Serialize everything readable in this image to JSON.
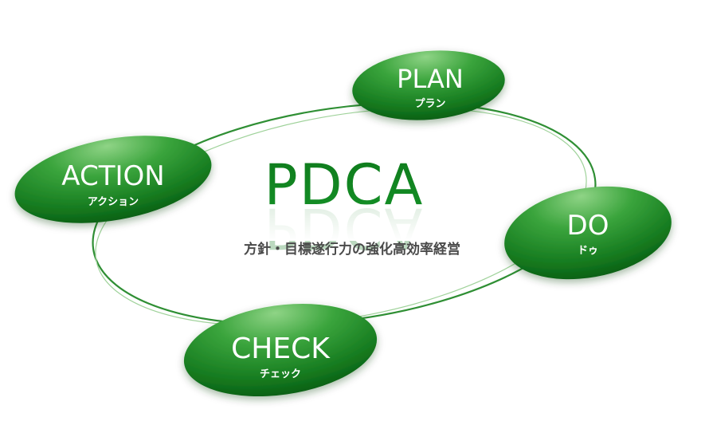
{
  "center": {
    "title": "PDCA",
    "subtitle": "方針・目標遂行力の強化高効率経営"
  },
  "stages": [
    {
      "id": "plan",
      "label": "PLAN",
      "kana": "プラン"
    },
    {
      "id": "do",
      "label": "DO",
      "kana": "ドゥ"
    },
    {
      "id": "check",
      "label": "CHECK",
      "kana": "チェック"
    },
    {
      "id": "action",
      "label": "ACTION",
      "kana": "アクション"
    }
  ],
  "colors": {
    "stage_dark": "#0b6a17",
    "stage_mid": "#2f9a34",
    "stage_light": "#74c46e",
    "title_green": "#0f7a1c",
    "subtitle_gray": "#4a4a4a",
    "ring": "#2f8f34"
  }
}
